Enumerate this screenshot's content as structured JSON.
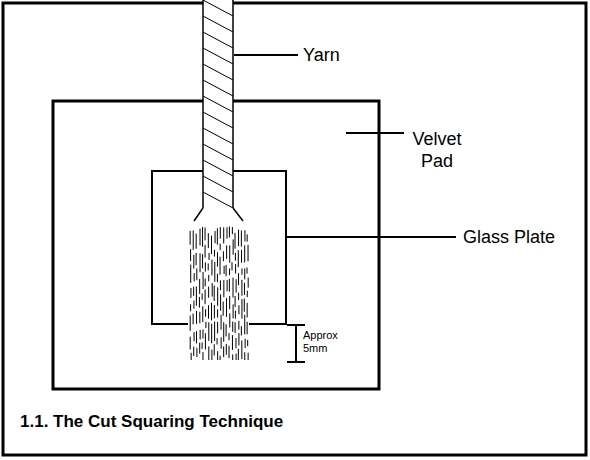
{
  "diagram": {
    "title": "1.1. The Cut Squaring Technique",
    "labels": [
      "Yarn",
      "Velvet Pad",
      "Glass Plate",
      "Approx 5mm"
    ]
  }
}
